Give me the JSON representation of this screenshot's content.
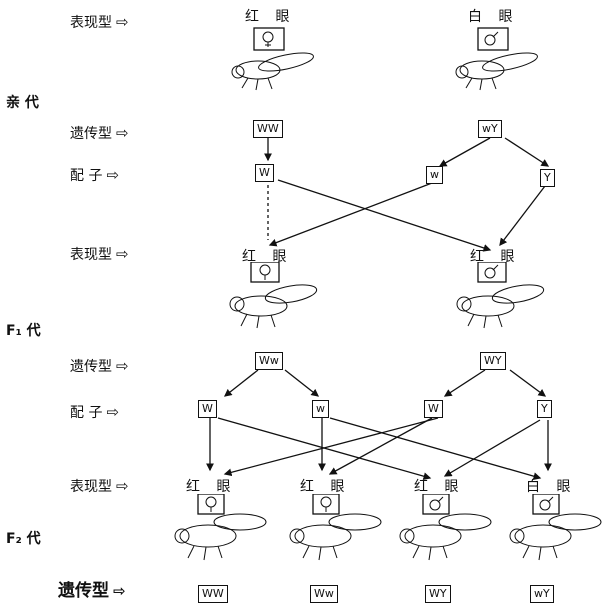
{
  "row_labels": {
    "phenotype": "表现型",
    "genotype": "遗传型",
    "gamete": "配 子",
    "arrow": "⇨"
  },
  "generations": {
    "parent": "亲 代",
    "f1": "F₁ 代",
    "f2": "F₂ 代"
  },
  "parents": {
    "phenotypes": [
      "红 眼",
      "白 眼"
    ],
    "genotypes": [
      "WW",
      "wY"
    ],
    "gametes": [
      "W",
      "w",
      "Y"
    ]
  },
  "f1": {
    "phenotypes": [
      "红 眼",
      "红 眼"
    ],
    "genotypes": [
      "Ww",
      "WY"
    ],
    "gametes": [
      "W",
      "w",
      "W",
      "Y"
    ]
  },
  "f2": {
    "phenotypes": [
      "红 眼",
      "红 眼",
      "红 眼",
      "白 眼"
    ],
    "genotype_label": "遗传型",
    "genotypes": [
      "WW",
      "Ww",
      "WY",
      "wY"
    ]
  },
  "icons": [
    "female-fly-icon",
    "male-fly-icon"
  ]
}
